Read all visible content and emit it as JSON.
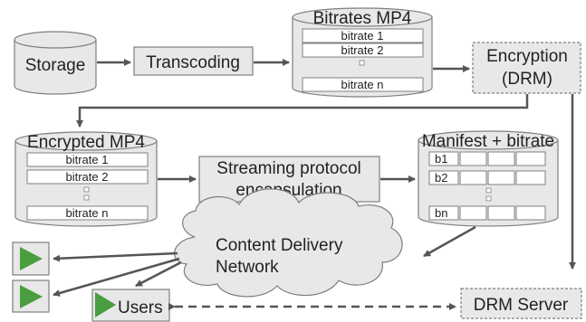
{
  "nodes": {
    "storage": {
      "label": "Storage"
    },
    "transcoding": {
      "label": "Transcoding"
    },
    "bitrates_mp4": {
      "title": "Bitrates MP4",
      "rows": [
        "bitrate 1",
        "bitrate 2",
        "bitrate n"
      ]
    },
    "encryption": {
      "line1": "Encryption",
      "line2": "(DRM)"
    },
    "encrypted_mp4": {
      "title": "Encrypted MP4",
      "rows": [
        "bitrate 1",
        "bitrate 2",
        "bitrate n"
      ]
    },
    "streaming": {
      "line1": "Streaming protocol",
      "line2": "encapsulation"
    },
    "manifest": {
      "title": "Manifest + bitrate",
      "rows": [
        "b1",
        "b2",
        "bn"
      ]
    },
    "cdn": {
      "line1": "Content Delivery",
      "line2": "Network"
    },
    "users": {
      "label": "Users"
    },
    "drm_server": {
      "label": "DRM Server"
    }
  },
  "colors": {
    "fill": "#e8e8e8",
    "stroke": "#7f7f7f",
    "arrow": "#555555",
    "play": "#4a9e3f",
    "row_fill": "#ffffff"
  },
  "icons": [
    "play-icon"
  ]
}
